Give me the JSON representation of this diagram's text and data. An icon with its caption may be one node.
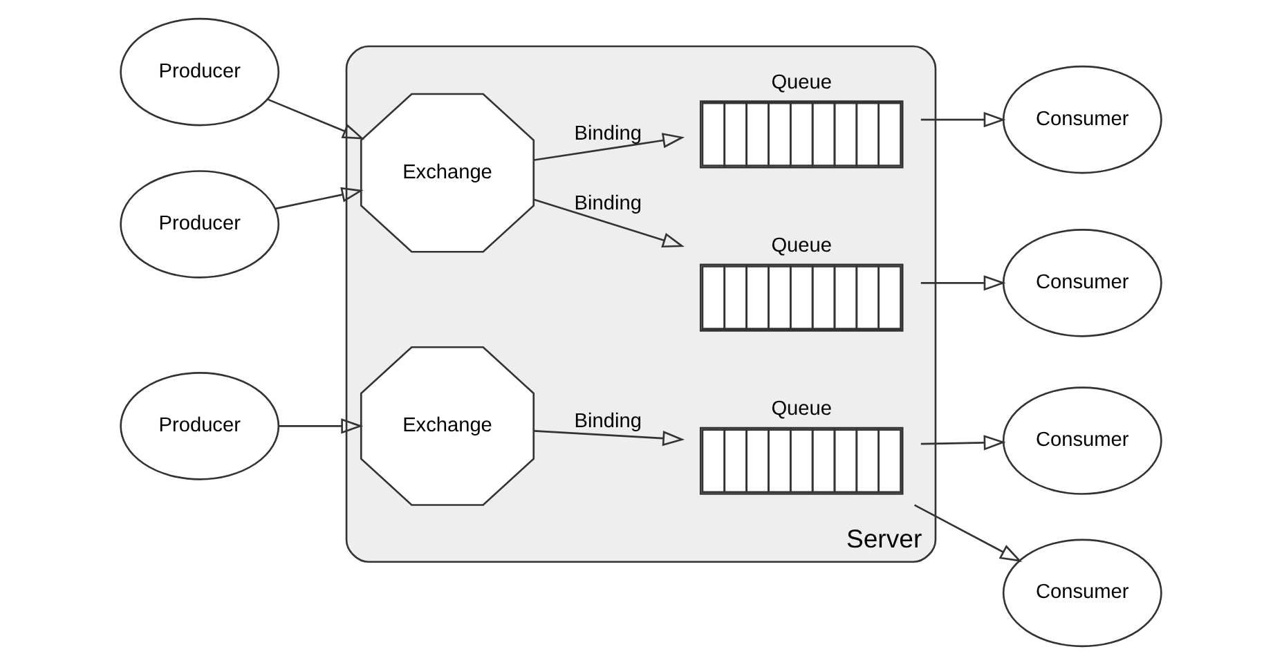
{
  "diagram": {
    "nodes": [
      {
        "text": [
          "Producer"
        ]
      },
      {
        "text": [
          "Producer"
        ]
      },
      {
        "text": [
          "Producer"
        ]
      },
      {
        "text": [
          "Server"
        ]
      },
      {
        "text": [
          "Exchange"
        ],
        "in": 3
      },
      {
        "text": [
          "Queue"
        ],
        "in": 3
      },
      {
        "text": [
          "Queue"
        ],
        "in": 3
      },
      {
        "text": [
          "Exchange"
        ],
        "in": 3
      },
      {
        "text": [
          "Queue"
        ],
        "in": 3
      },
      {
        "text": [
          "Consumer"
        ]
      },
      {
        "text": [
          "Consumer"
        ]
      },
      {
        "text": [
          "Consumer"
        ]
      },
      {
        "text": [
          "Consumer"
        ]
      }
    ],
    "edges": [
      {
        "from": 0,
        "to": 4,
        "arrow": "to"
      },
      {
        "from": 1,
        "to": 4,
        "arrow": "to"
      },
      {
        "from": 4,
        "to": 5,
        "arrow": "to",
        "label": "Binding"
      },
      {
        "from": 4,
        "to": 6,
        "arrow": "to",
        "label": "Binding"
      },
      {
        "from": 5,
        "to": 9,
        "arrow": "to"
      },
      {
        "from": 6,
        "to": 10,
        "arrow": "to"
      },
      {
        "from": 2,
        "to": 7,
        "arrow": "to"
      },
      {
        "from": 7,
        "to": 8,
        "arrow": "to",
        "label": "Binding"
      },
      {
        "from": 8,
        "to": 11,
        "arrow": "to"
      },
      {
        "from": 8,
        "to": 12,
        "arrow": "to"
      }
    ]
  }
}
